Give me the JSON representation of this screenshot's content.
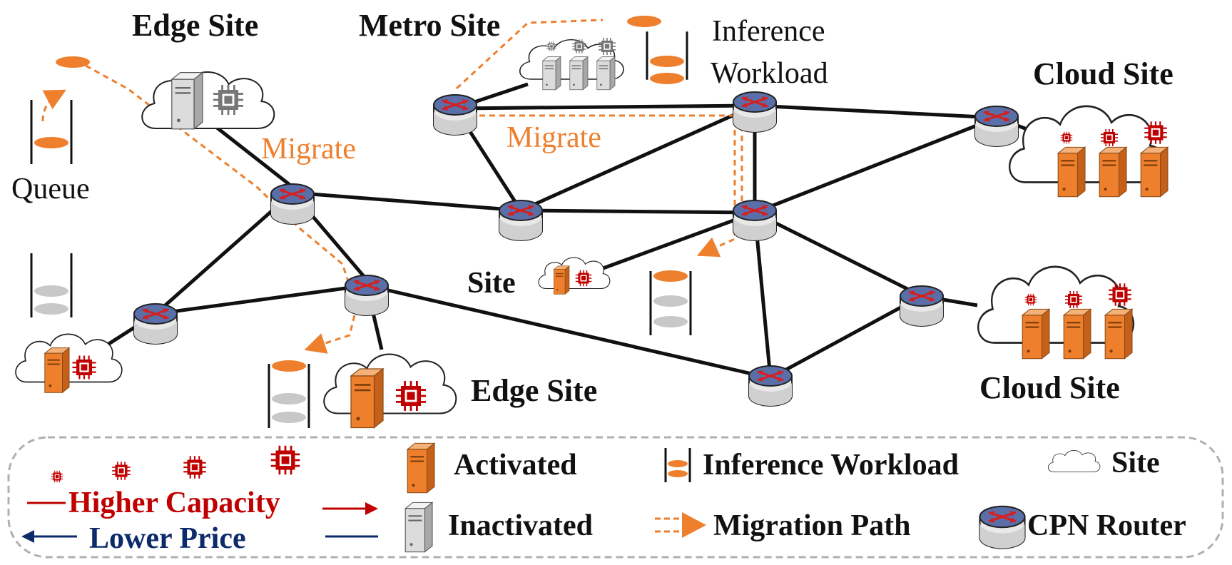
{
  "labels": {
    "edge_site_top": "Edge Site",
    "metro_site": "Metro Site",
    "inference_workload_1": "Inference",
    "inference_workload_2": "Workload",
    "cloud_site_top": "Cloud Site",
    "migrate_left": "Migrate",
    "migrate_center": "Migrate",
    "queue": "Queue",
    "site_small": "Site",
    "edge_site_bottom": "Edge Site",
    "cloud_site_bottom": "Cloud Site"
  },
  "legend": {
    "higher_capacity": "Higher Capacity",
    "lower_price": "Lower Price",
    "activated": "Activated",
    "inactivated": "Inactivated",
    "inference_workload": "Inference Workload",
    "migration_path": "Migration Path",
    "site": "Site",
    "cpn_router": "CPN Router"
  },
  "colors": {
    "orange": "#ee7f2d",
    "red": "#c00000",
    "blue": "#0d2a6b",
    "router_top": "#5a6fa8",
    "gray": "#c8c8c8"
  },
  "icons": [
    "router-icon",
    "server-activated-icon",
    "server-inactivated-icon",
    "chip-icon",
    "cloud-icon",
    "queue-icon"
  ]
}
